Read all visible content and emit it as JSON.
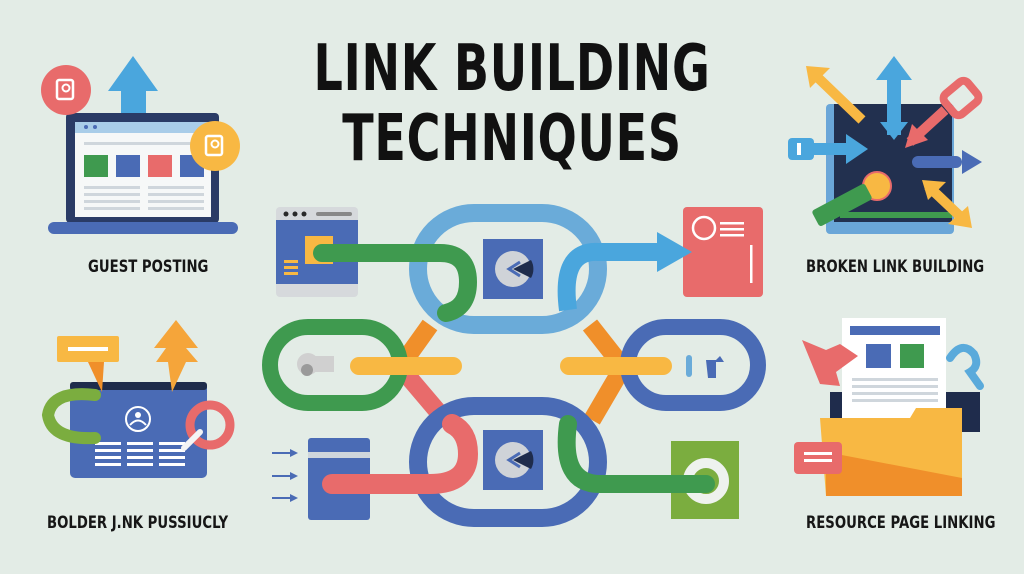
{
  "title": {
    "line1": "LINK BUILDING",
    "line2": "TECHNIQUES"
  },
  "panels": [
    {
      "id": "guest-posting",
      "label": "GUEST POSTING",
      "position": "top-left",
      "icon": "laptop-upload-icon"
    },
    {
      "id": "broken-link-building",
      "label": "BROKEN LINK BUILDING",
      "position": "top-right",
      "icon": "arrows-broken-link-icon"
    },
    {
      "id": "bolder-link-possibly",
      "label": "BOLDER J.NK PUSSIUCLY",
      "position": "bottom-left",
      "icon": "profile-card-link-icon"
    },
    {
      "id": "resource-page-linking",
      "label": "RESOURCE PAGE LINKING",
      "position": "bottom-right",
      "icon": "folder-document-icon"
    }
  ],
  "center": {
    "icon": "chain-links-network-icon"
  },
  "colors": {
    "background": "#e3ece6",
    "blue": "#4a6bb5",
    "light_blue": "#5aaadb",
    "navy": "#1f2c4c",
    "green": "#3f9a4f",
    "red": "#e86b6b",
    "orange": "#f3a53a",
    "yellow": "#f8b843",
    "lime": "#7bad3f"
  }
}
